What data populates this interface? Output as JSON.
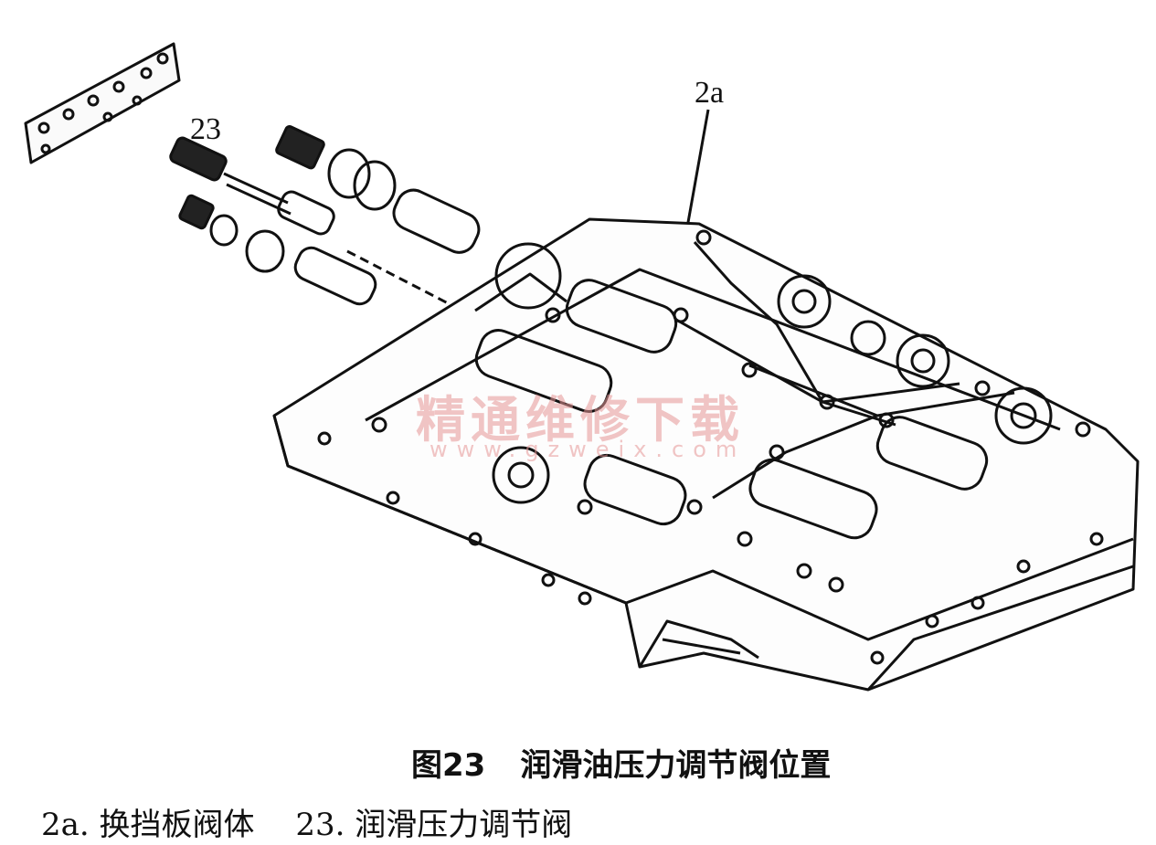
{
  "callouts": {
    "valve_body": "2a",
    "regulator_valve": "23"
  },
  "caption": {
    "figure_number": "图23",
    "title": "润滑油压力调节阀位置"
  },
  "legend": [
    {
      "key": "2a.",
      "text": "换挡板阀体"
    },
    {
      "key": "23.",
      "text": "润滑压力调节阀"
    }
  ],
  "watermark": {
    "text": "精通维修下载",
    "url": "www.gzweix.com"
  },
  "colors": {
    "ink": "#111111",
    "watermark": "#e69696"
  }
}
